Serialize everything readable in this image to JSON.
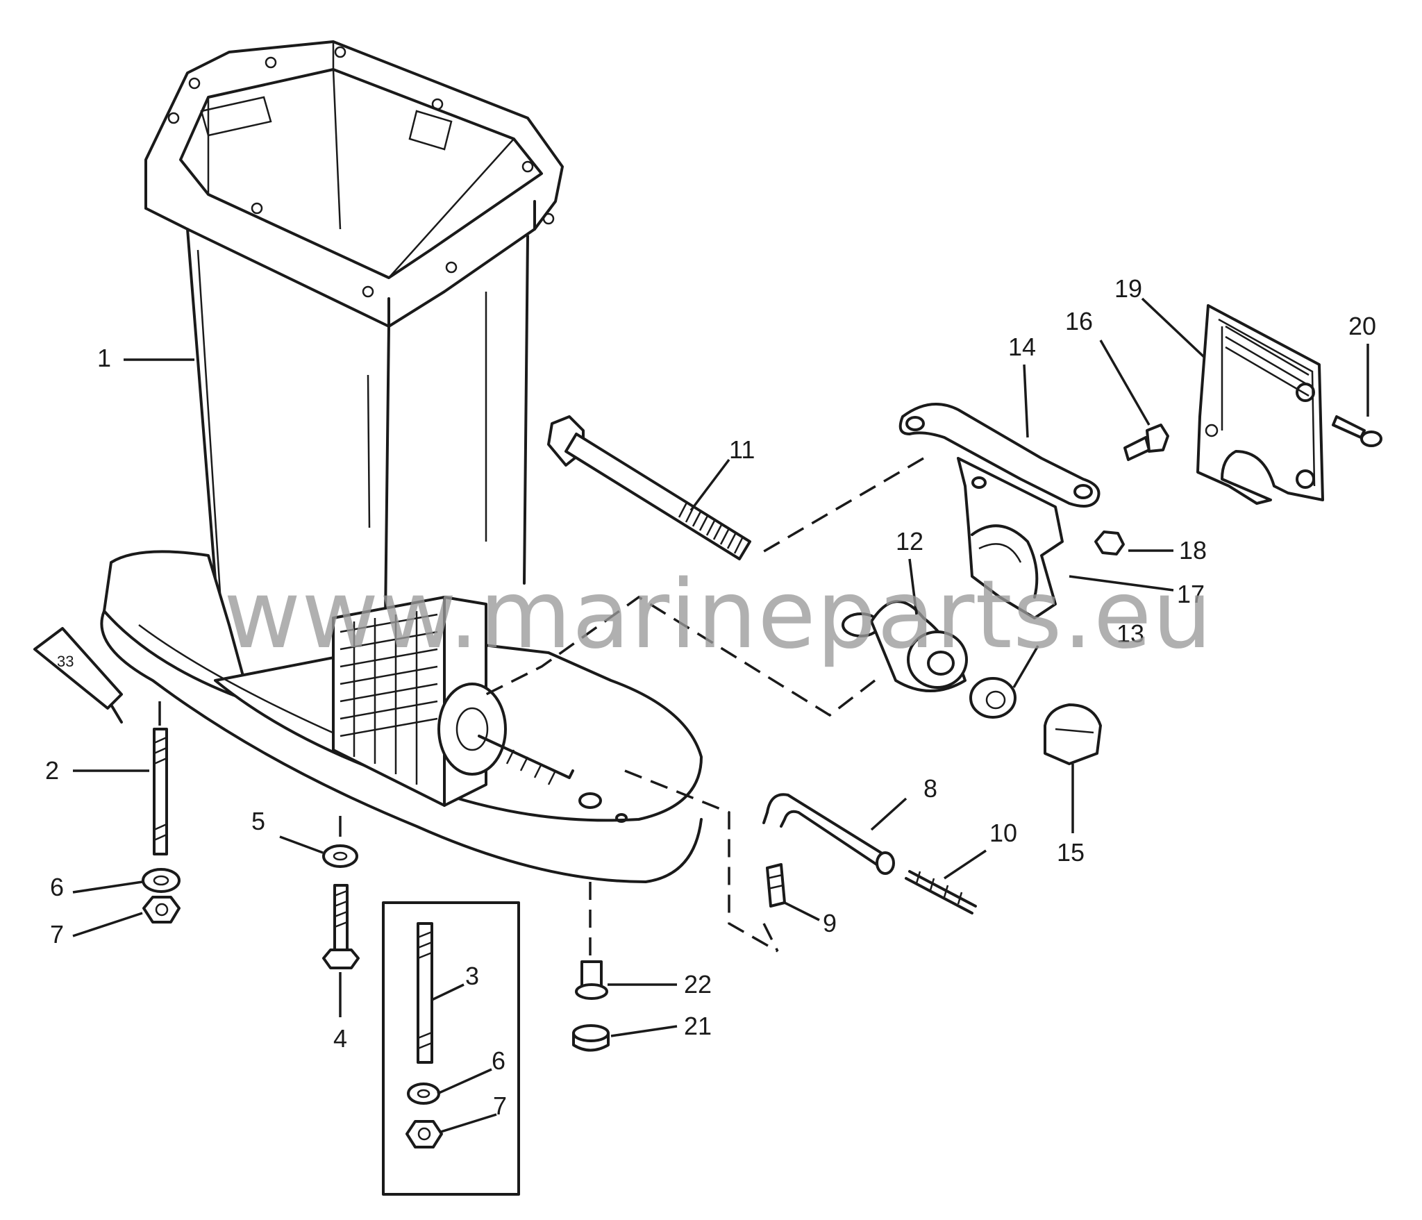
{
  "watermark": "www.marineparts.eu",
  "sealant_tube_label": "33",
  "callouts": {
    "c1": "1",
    "c2": "2",
    "c3": "3",
    "c4": "4",
    "c5": "5",
    "c6a": "6",
    "c6b": "6",
    "c7a": "7",
    "c7b": "7",
    "c8": "8",
    "c9": "9",
    "c10": "10",
    "c11": "11",
    "c12": "12",
    "c13": "13",
    "c14": "14",
    "c15": "15",
    "c16": "16",
    "c17": "17",
    "c18": "18",
    "c19": "19",
    "c20": "20",
    "c21": "21",
    "c22": "22"
  }
}
